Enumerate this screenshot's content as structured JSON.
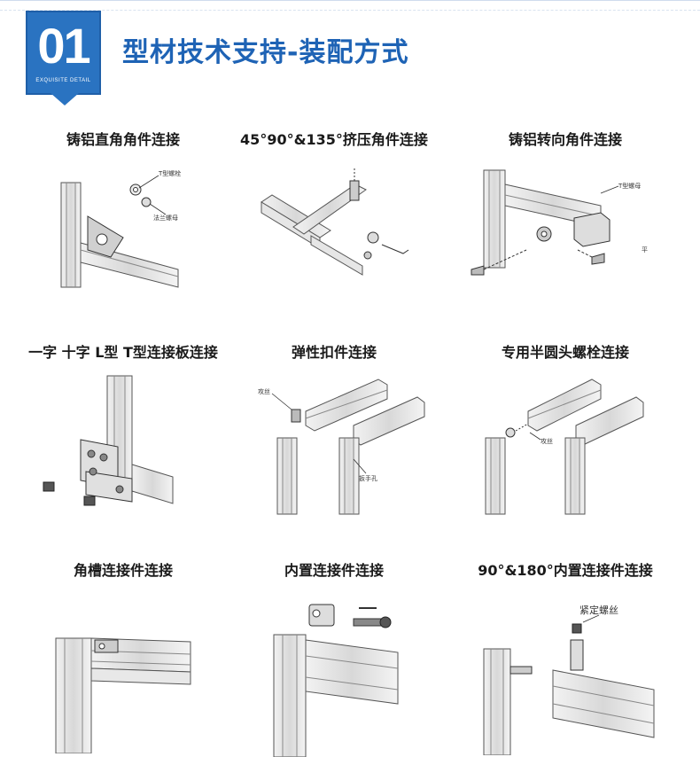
{
  "header": {
    "badge_number": "01",
    "badge_subtitle": "EXQUISITE DETAIL",
    "title": "型材技术支持-装配方式"
  },
  "methods": [
    {
      "caption": "铸铝直角角件连接",
      "labels": [
        "T型螺栓",
        "法兰螺母"
      ]
    },
    {
      "caption": "45°90°&135°挤压角件连接",
      "labels": []
    },
    {
      "caption": "铸铝转向角件连接",
      "labels": [
        "T型螺母",
        "平"
      ]
    },
    {
      "caption": "一字 十字 L型 T型连接板连接",
      "labels": []
    },
    {
      "caption": "弹性扣件连接",
      "labels": [
        "攻丝",
        "扳手孔"
      ]
    },
    {
      "caption": "专用半圆头螺栓连接",
      "labels": [
        "攻丝"
      ]
    },
    {
      "caption": "角槽连接件连接",
      "labels": []
    },
    {
      "caption": "内置连接件连接",
      "labels": []
    },
    {
      "caption": "90°&180°内置连接件连接",
      "labels": [
        "紧定螺丝"
      ]
    }
  ]
}
